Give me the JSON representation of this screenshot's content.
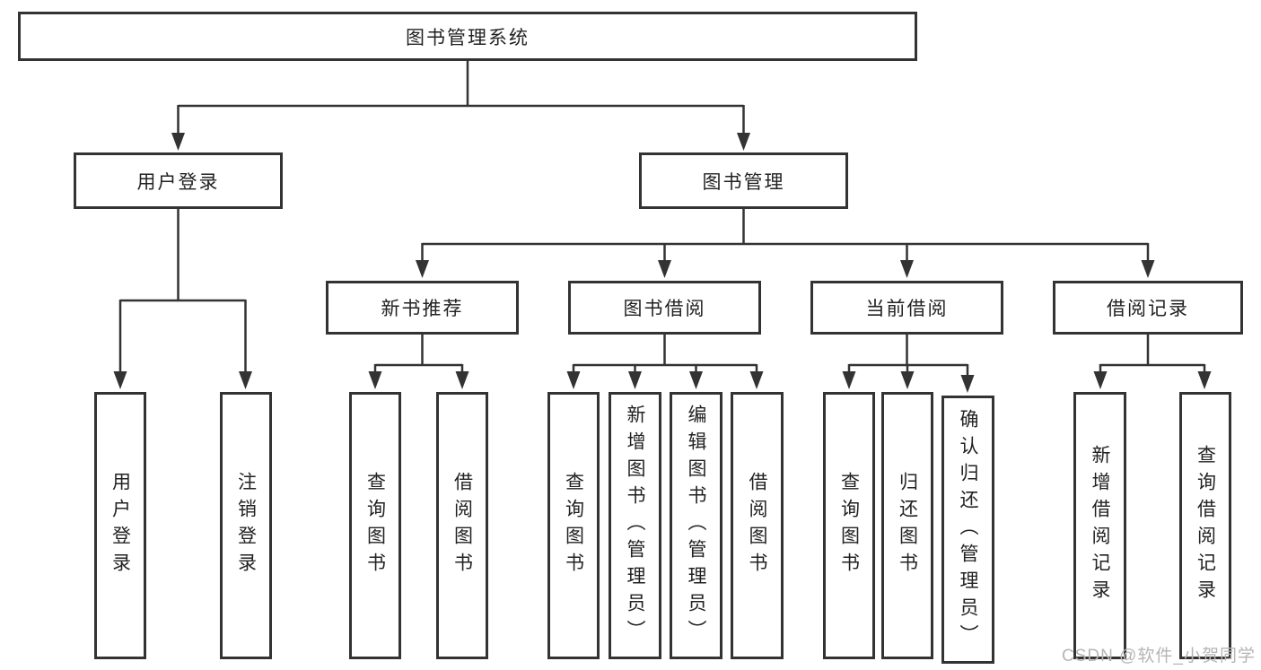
{
  "tree": {
    "root": {
      "label": "图书管理系统",
      "children": [
        {
          "label": "用户登录",
          "children": [
            {
              "label": "用户登录"
            },
            {
              "label": "注销登录"
            }
          ]
        },
        {
          "label": "图书管理",
          "children": [
            {
              "label": "新书推荐",
              "children": [
                {
                  "label": "查询图书"
                },
                {
                  "label": "借阅图书"
                }
              ]
            },
            {
              "label": "图书借阅",
              "children": [
                {
                  "label": "查询图书"
                },
                {
                  "label": "新增图书（管理员）"
                },
                {
                  "label": "编辑图书（管理员）"
                },
                {
                  "label": "借阅图书"
                }
              ]
            },
            {
              "label": "当前借阅",
              "children": [
                {
                  "label": "查询图书"
                },
                {
                  "label": "归还图书"
                },
                {
                  "label": "确认归还（管理员）"
                }
              ]
            },
            {
              "label": "借阅记录",
              "children": [
                {
                  "label": "新增借阅记录"
                },
                {
                  "label": "查询借阅记录"
                }
              ]
            }
          ]
        }
      ]
    }
  },
  "watermark": {
    "text": "CSDN @软件_小贺同学"
  },
  "colors": {
    "line": "#333333",
    "text": "#222222",
    "watermark": "#b5b5b5",
    "background": "#ffffff"
  }
}
